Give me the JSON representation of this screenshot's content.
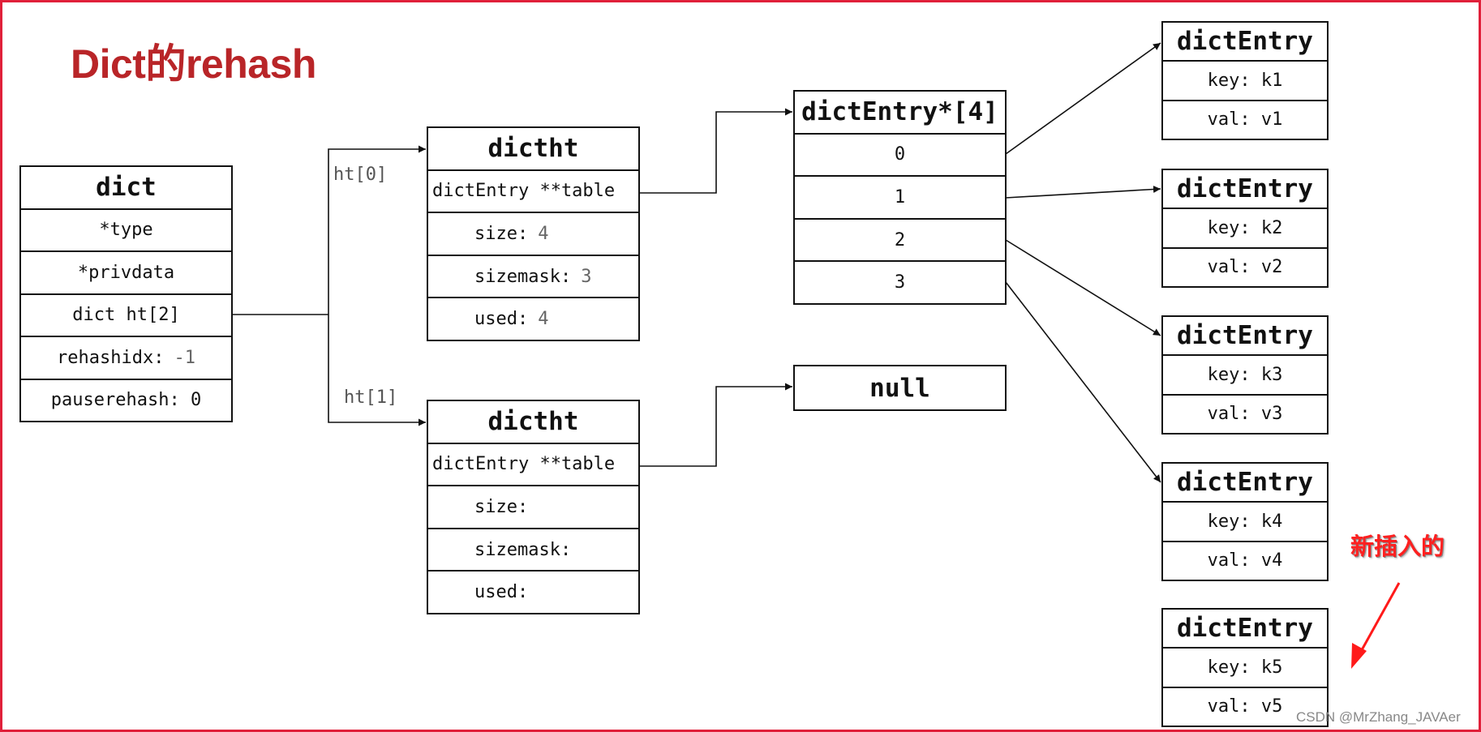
{
  "title": "Dict的rehash",
  "dict": {
    "header": "dict",
    "fields": [
      "*type",
      "*privdata",
      "dict ht[2]",
      "rehashidx:",
      "pauserehash: 0"
    ],
    "rehashidx_value": "-1"
  },
  "ht_labels": [
    "ht[0]",
    "ht[1]"
  ],
  "dictht0": {
    "header": "dictht",
    "table": "dictEntry **table",
    "size_label": "size:",
    "size_value": "4",
    "sizemask_label": "sizemask:",
    "sizemask_value": "3",
    "used_label": "used:",
    "used_value": "4"
  },
  "dictht1": {
    "header": "dictht",
    "table": "dictEntry **table",
    "size_label": "size:",
    "sizemask_label": "sizemask:",
    "used_label": "used:"
  },
  "array": {
    "header": "dictEntry*[4]",
    "slots": [
      "0",
      "1",
      "2",
      "3"
    ]
  },
  "null_label": "null",
  "entries": [
    {
      "header": "dictEntry",
      "key": "key: k1",
      "val": "val: v1"
    },
    {
      "header": "dictEntry",
      "key": "key: k2",
      "val": "val: v2"
    },
    {
      "header": "dictEntry",
      "key": "key: k3",
      "val": "val: v3"
    },
    {
      "header": "dictEntry",
      "key": "key: k4",
      "val": "val: v4"
    },
    {
      "header": "dictEntry",
      "key": "key: k5",
      "val": "val: v5"
    }
  ],
  "note": "新插入的",
  "watermark": "CSDN @MrZhang_JAVAer",
  "colors": {
    "frame": "#e0203a",
    "title": "#b92528",
    "note": "#ff2020"
  }
}
